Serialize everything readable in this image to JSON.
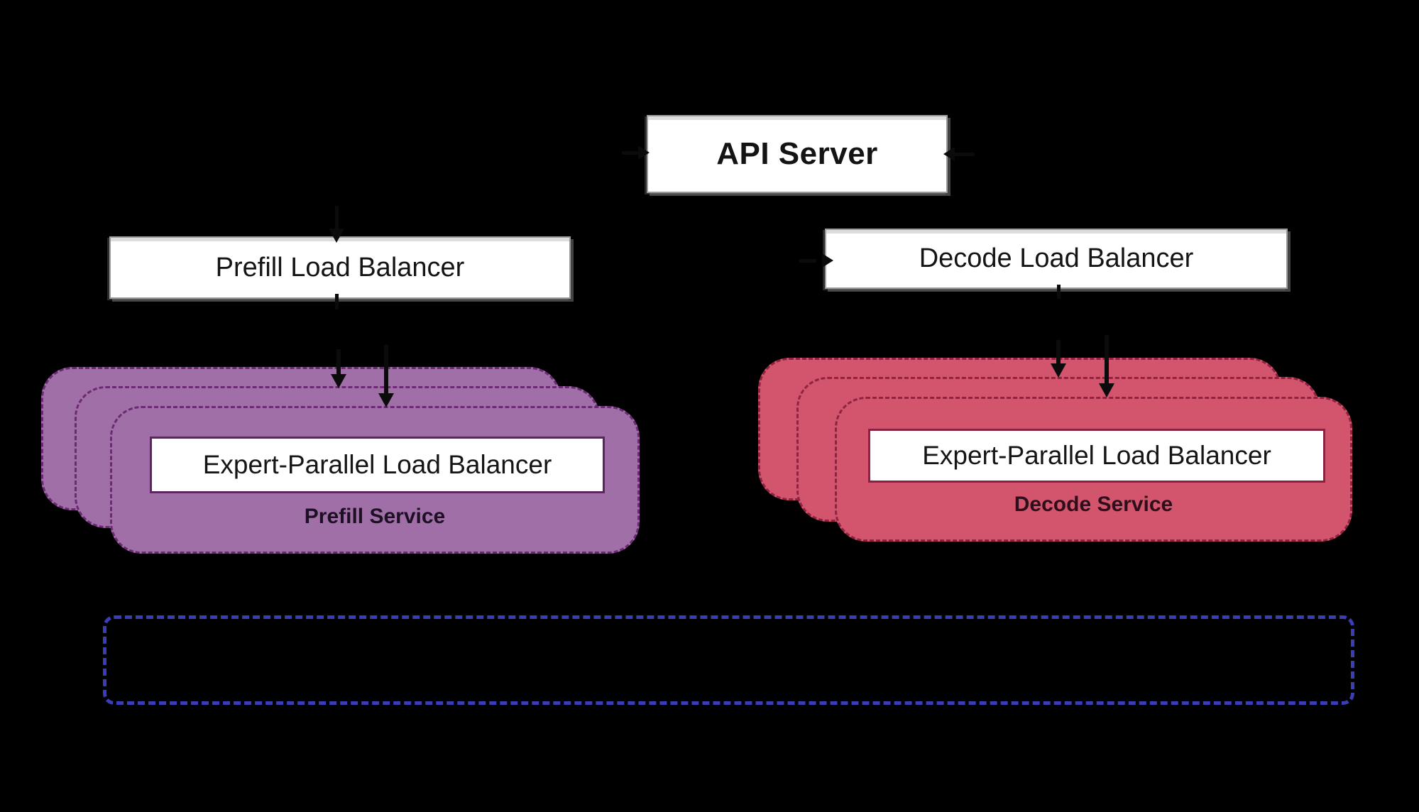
{
  "diagram": {
    "api_server": {
      "label": "API Server"
    },
    "prefill_load_balancer": {
      "label": "Prefill Load Balancer"
    },
    "decode_load_balancer": {
      "label": "Decode Load Balancer"
    },
    "prefill_service": {
      "inner_label": "Expert-Parallel Load Balancer",
      "caption": "Prefill Service",
      "replica_layers": 3
    },
    "decode_service": {
      "inner_label": "Expert-Parallel Load Balancer",
      "caption": "Decode Service",
      "replica_layers": 3
    }
  },
  "colors": {
    "background": "#000000",
    "node_fill": "#ffffff",
    "node_border": "#9b9b9b",
    "arrow": "#0b0b0b",
    "prefill_fill": "#a16fa8",
    "prefill_dash": "#6b2a73",
    "prefill_inner_border": "#5c2562",
    "prefill_caption": "#1d1024",
    "decode_fill": "#d2546d",
    "decode_dash": "#8f2340",
    "decode_inner_border": "#8c2240",
    "decode_caption": "#2d0e1a",
    "cluster_border": "#3a3db4"
  }
}
